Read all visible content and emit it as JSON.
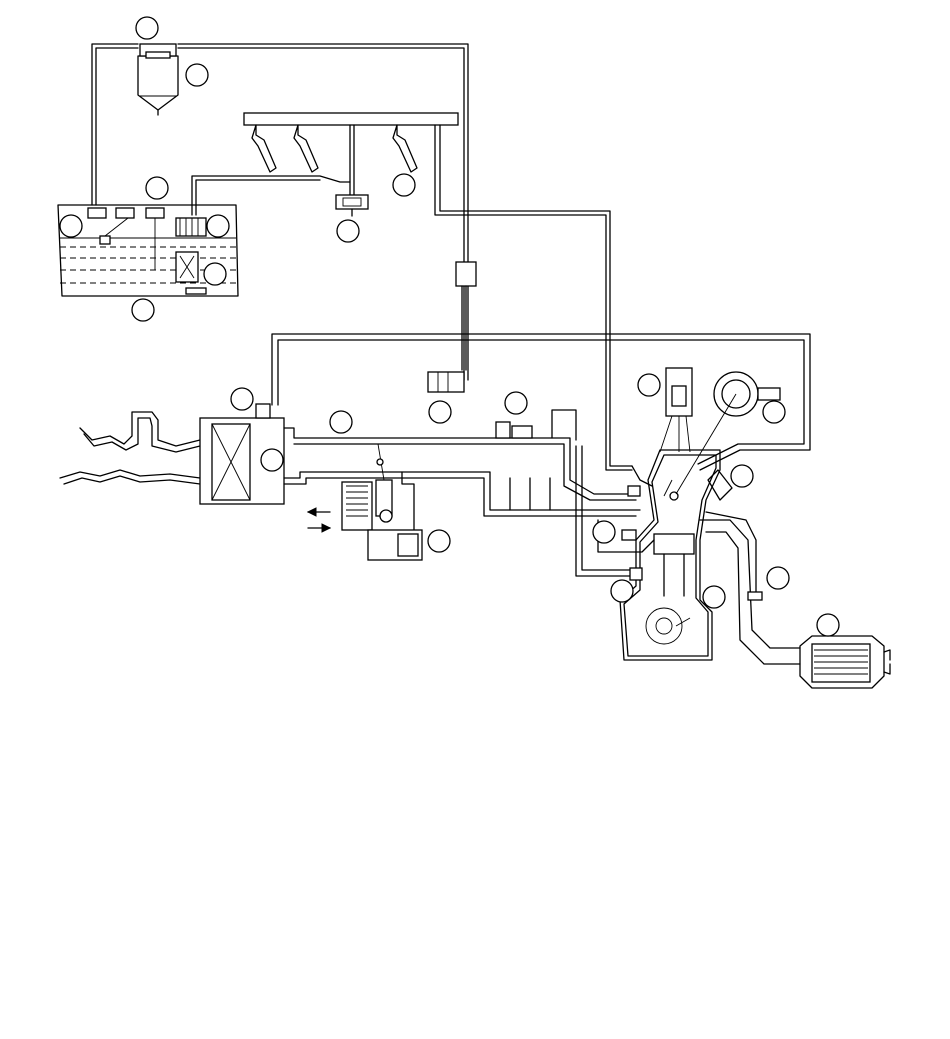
{
  "diagram": {
    "type": "engine-fuel-and-emission-system-schematic",
    "callouts": [
      {
        "id": "c1"
      },
      {
        "id": "c2"
      },
      {
        "id": "c3"
      },
      {
        "id": "c4"
      },
      {
        "id": "c5"
      },
      {
        "id": "c6"
      },
      {
        "id": "c7"
      },
      {
        "id": "c8"
      },
      {
        "id": "c9"
      },
      {
        "id": "c10"
      },
      {
        "id": "c11"
      },
      {
        "id": "c12"
      },
      {
        "id": "c13"
      },
      {
        "id": "c14"
      },
      {
        "id": "c15"
      },
      {
        "id": "c16"
      },
      {
        "id": "c17"
      },
      {
        "id": "c18"
      },
      {
        "id": "c19"
      },
      {
        "id": "c20"
      },
      {
        "id": "c21"
      },
      {
        "id": "c22"
      },
      {
        "id": "c23"
      },
      {
        "id": "c24"
      },
      {
        "id": "c25"
      },
      {
        "id": "c26"
      },
      {
        "id": "c27"
      }
    ]
  }
}
